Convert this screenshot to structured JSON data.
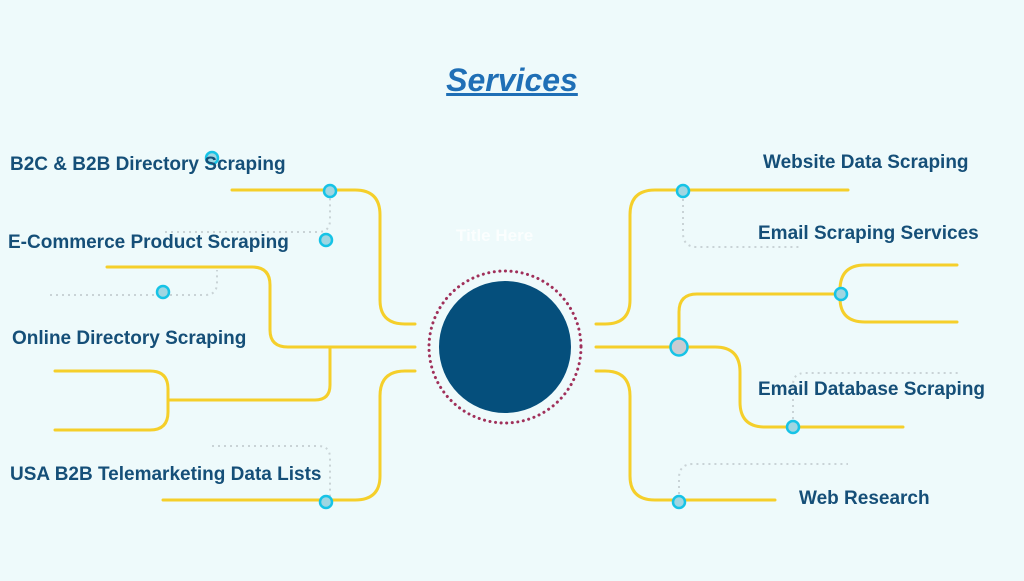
{
  "title": "Services",
  "center_text": "Title Here",
  "services": {
    "b2c_b2b": "B2C & B2B Directory Scraping",
    "ecommerce": "E-Commerce Product Scraping",
    "online_directory": "Online Directory Scraping",
    "usa_b2b": "USA B2B Telemarketing Data Lists",
    "website_data": "Website Data Scraping",
    "email_scraping": "Email Scraping Services",
    "email_database": "Email Database Scraping",
    "web_research": "Web Research"
  },
  "colors": {
    "background": "#eefafb",
    "line": "#f5cf2a",
    "hub": "#054f7c",
    "hub_ring": "#a0305a",
    "node_fill": "#9fd6e2",
    "node_stroke": "#16c3e6",
    "dotted": "#c9d3d6",
    "label": "#154f78",
    "title": "#1f6fb6"
  }
}
